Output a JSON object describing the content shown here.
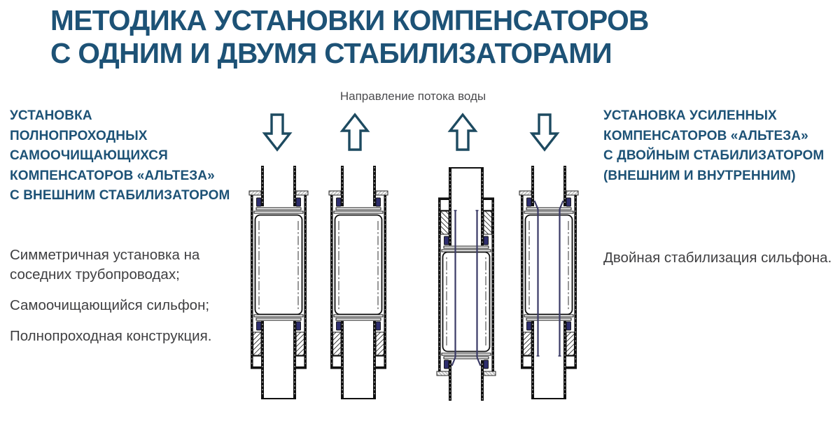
{
  "colors": {
    "accent_heading": "#1d5276",
    "body_text": "#3f3f41",
    "flow_label_text": "#4b4b4e",
    "arrow_outline": "#1d4a60",
    "drawing_line": "#111111",
    "seal_blue": "#2e2e6e",
    "background": "#ffffff"
  },
  "title": {
    "line1": "МЕТОДИКА УСТАНОВКИ КОМПЕНСАТОРОВ",
    "line2": "С ОДНИМ И ДВУМЯ СТАБИЛИЗАТОРАМИ"
  },
  "flow": {
    "label": "Направление потока воды",
    "arrow_directions": [
      "down",
      "up",
      "up",
      "down"
    ]
  },
  "left_panel": {
    "heading_lines": [
      "УСТАНОВКА",
      "ПОЛНОПРОХОДНЫХ",
      "САМООЧИЩАЮЩИХСЯ",
      "КОМПЕНСАТОРОВ «АЛЬТЕЗА»",
      "С ВНЕШНИМ СТАБИЛИЗАТОРОМ"
    ],
    "paragraphs": [
      "Симметричная установка на соседних трубопроводах;",
      "Самоочищающийся сильфон;",
      "Полнопроходная конструкция."
    ]
  },
  "right_panel": {
    "heading_lines": [
      "УСТАНОВКА УСИЛЕННЫХ",
      "КОМПЕНСАТОРОВ «АЛЬТЕЗА»",
      "С ДВОЙНЫМ СТАБИЛИЗАТОРОМ",
      "(ВНЕШНИМ И ВНУТРЕННИМ)"
    ],
    "paragraphs": [
      "Двойная стабилизация сильфона."
    ]
  },
  "diagram": {
    "drawings": [
      {
        "type": "external-stabilizer-compensator",
        "flow": "down"
      },
      {
        "type": "external-stabilizer-compensator",
        "flow": "up"
      },
      {
        "type": "double-stabilizer-compensator",
        "flow": "up"
      },
      {
        "type": "double-stabilizer-compensator",
        "flow": "down"
      }
    ]
  }
}
